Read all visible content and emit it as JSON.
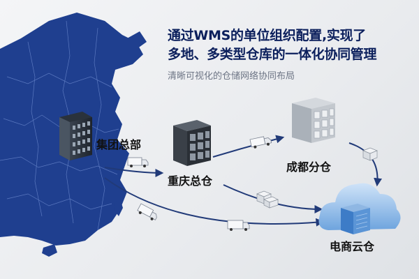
{
  "headline": {
    "line1": "通过WMS的单位组织配置,实现了",
    "line2": "多地、多类型仓库的一体化协同管理"
  },
  "subtitle": "清晰可视化的仓储网络协同布局",
  "nodes": [
    {
      "id": "hq",
      "label": "集团总部",
      "icon": "office-building-icon"
    },
    {
      "id": "chongqing",
      "label": "重庆总仓",
      "icon": "warehouse-icon"
    },
    {
      "id": "chengdu",
      "label": "成都分仓",
      "icon": "warehouse-icon"
    },
    {
      "id": "cloud",
      "label": "电商云仓",
      "icon": "cloud-warehouse-icon"
    }
  ],
  "flows": [
    {
      "from": "集团总部",
      "to": "重庆总仓",
      "vehicle": "truck-icon"
    },
    {
      "from": "重庆总仓",
      "to": "成都分仓",
      "vehicle": "truck-icon"
    },
    {
      "from": "成都分仓",
      "to": "电商云仓",
      "vehicle": "package-icon"
    },
    {
      "from": "重庆总仓",
      "to": "电商云仓",
      "vehicle": "package-icon"
    },
    {
      "from": "集团总部",
      "to": "电商云仓",
      "vehicle": "truck-icon"
    }
  ],
  "colors": {
    "map": "#1f3f8f",
    "map_lines": "#6f8cd0",
    "headline": "#0b1f5c",
    "flow_line": "#213a78",
    "cloud": "#7fb0e6"
  }
}
